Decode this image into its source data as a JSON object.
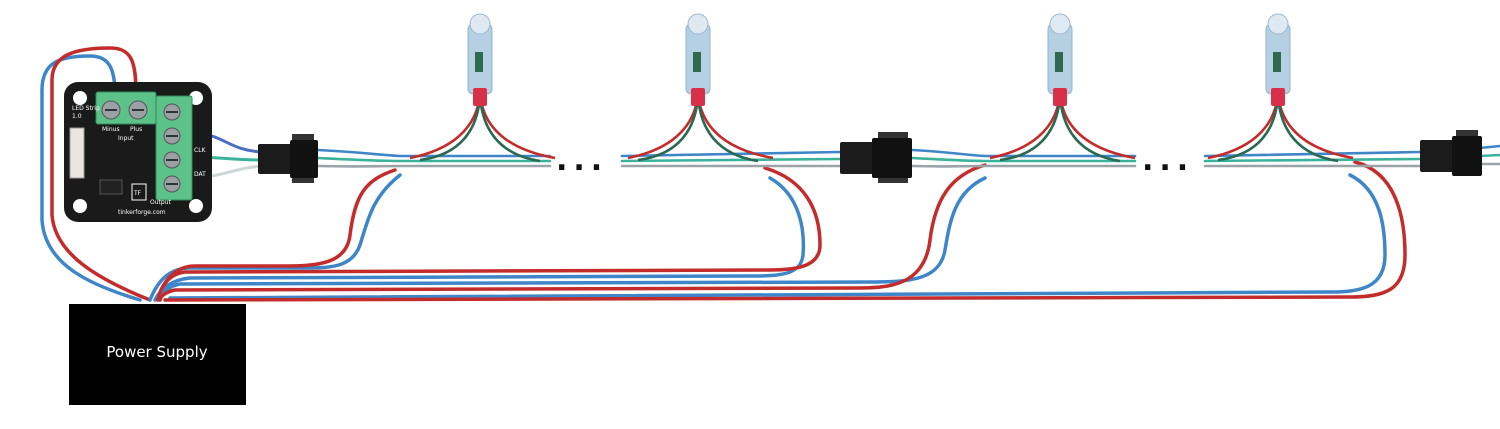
{
  "power_supply": {
    "label": "Power Supply"
  },
  "board": {
    "title_line1": "LED Strip",
    "title_line2": "1.0",
    "input_label": "Input",
    "terminal_minus": "Minus",
    "terminal_plus": "Plus",
    "clk_label": "CLK",
    "dat_label": "DAT",
    "output_label": "Output",
    "website": "tinkerforge.com",
    "logo_text": "TF"
  },
  "ellipsis": [
    "...",
    "..."
  ],
  "colors": {
    "power_positive": "#c42b2b",
    "power_negative": "#3f86c9",
    "clock_wire": "#3ab39a",
    "data_wire": "#9ad8c8",
    "board": "#1a1a1a",
    "terminal": "#5cc28a"
  }
}
